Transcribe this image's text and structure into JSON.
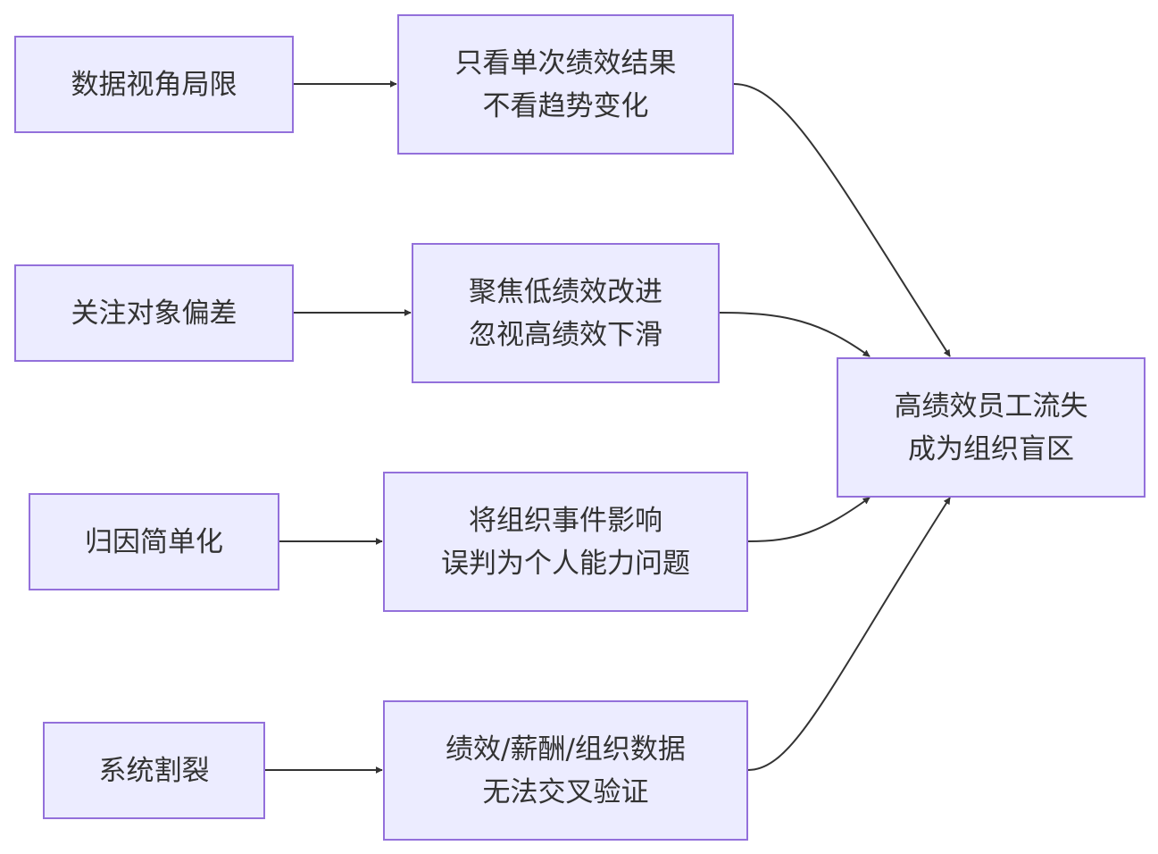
{
  "diagram": {
    "colors": {
      "node_fill": "#ececff",
      "node_border": "#9370db",
      "text": "#333333",
      "edge": "#333333"
    },
    "sources": [
      {
        "label": "数据视角局限"
      },
      {
        "label": "关注对象偏差"
      },
      {
        "label": "归因简单化"
      },
      {
        "label": "系统割裂"
      }
    ],
    "effects": [
      {
        "line1": "只看单次绩效结果",
        "line2": "不看趋势变化"
      },
      {
        "line1": "聚焦低绩效改进",
        "line2": "忽视高绩效下滑"
      },
      {
        "line1": "将组织事件影响",
        "line2": "误判为个人能力问题"
      },
      {
        "line1": "绩效/薪酬/组织数据",
        "line2": "无法交叉验证"
      }
    ],
    "result": {
      "line1": "高绩效员工流失",
      "line2": "成为组织盲区"
    },
    "edges": [
      {
        "from": "数据视角局限",
        "to": "只看单次绩效结果 不看趋势变化"
      },
      {
        "from": "关注对象偏差",
        "to": "聚焦低绩效改进 忽视高绩效下滑"
      },
      {
        "from": "归因简单化",
        "to": "将组织事件影响 误判为个人能力问题"
      },
      {
        "from": "系统割裂",
        "to": "绩效/薪酬/组织数据 无法交叉验证"
      },
      {
        "from": "只看单次绩效结果 不看趋势变化",
        "to": "高绩效员工流失 成为组织盲区"
      },
      {
        "from": "聚焦低绩效改进 忽视高绩效下滑",
        "to": "高绩效员工流失 成为组织盲区"
      },
      {
        "from": "将组织事件影响 误判为个人能力问题",
        "to": "高绩效员工流失 成为组织盲区"
      },
      {
        "from": "绩效/薪酬/组织数据 无法交叉验证",
        "to": "高绩效员工流失 成为组织盲区"
      }
    ]
  }
}
